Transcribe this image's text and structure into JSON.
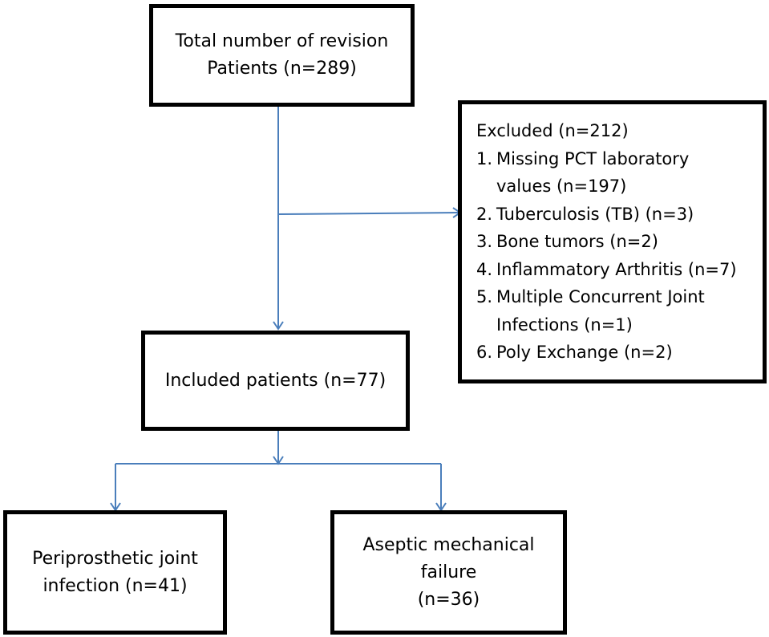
{
  "total_box": {
    "line1": "Total number of revision",
    "line2": "Patients (n=289)"
  },
  "excluded_box": {
    "heading": "Excluded (n=212)",
    "items": [
      {
        "num": "1.",
        "lines": [
          "Missing PCT laboratory",
          "values (n=197)"
        ]
      },
      {
        "num": "2.",
        "lines": [
          "Tuberculosis (TB) (n=3)"
        ]
      },
      {
        "num": "3.",
        "lines": [
          "Bone tumors (n=2)"
        ]
      },
      {
        "num": "4.",
        "lines": [
          "Inflammatory Arthritis (n=7)"
        ]
      },
      {
        "num": "5.",
        "lines": [
          "Multiple Concurrent Joint",
          "Infections (n=1)"
        ]
      },
      {
        "num": "6.",
        "lines": [
          "Poly Exchange (n=2)"
        ]
      }
    ]
  },
  "included_box": {
    "line1": "Included patients (n=77)"
  },
  "pji_box": {
    "line1": "Periprosthetic joint",
    "line2": "infection (n=41)"
  },
  "aseptic_box": {
    "line1": "Aseptic mechanical",
    "line2": "failure",
    "line3": "(n=36)"
  },
  "colors": {
    "connector": "#4a7ebb",
    "box_border": "#000000"
  }
}
